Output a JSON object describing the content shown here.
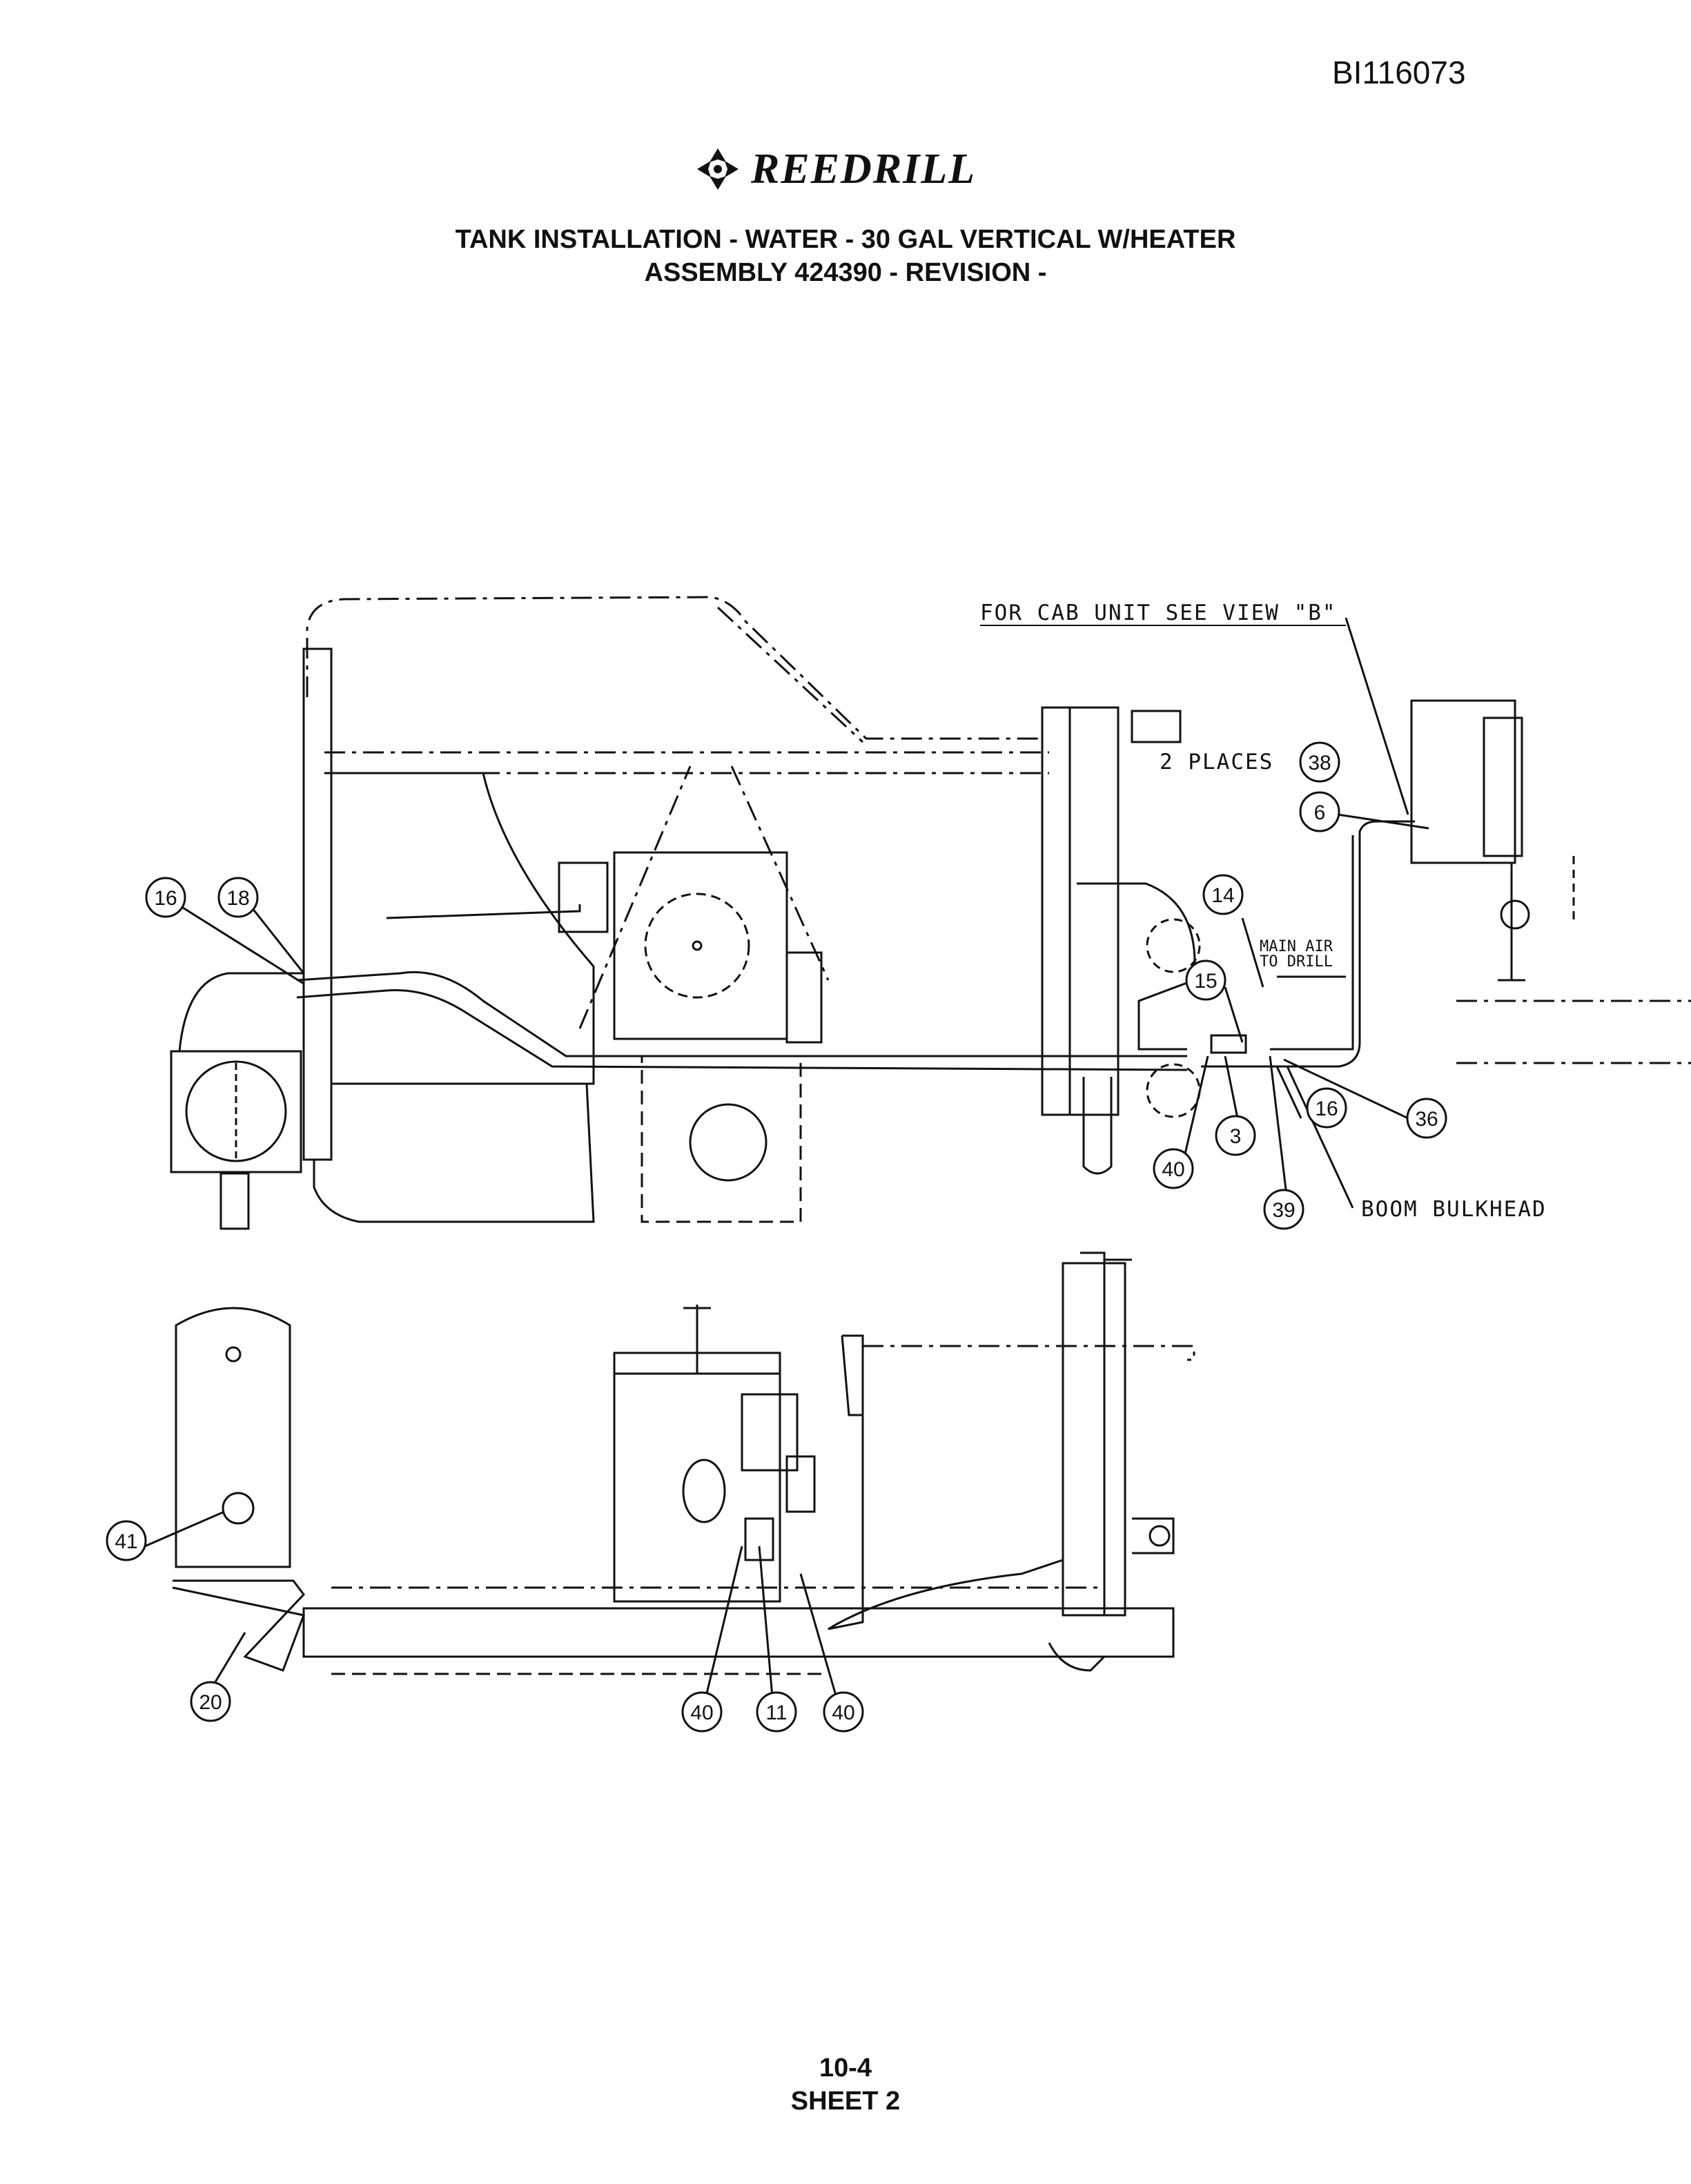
{
  "document_id": "BI116073",
  "logo": {
    "brand": "REEDRILL",
    "icon": "reedrill-logo-icon"
  },
  "title": {
    "line1": "TANK INSTALLATION - WATER - 30 GAL VERTICAL W/HEATER",
    "line2": "ASSEMBLY 424390 - REVISION -"
  },
  "notes": {
    "cab_unit": "FOR CAB UNIT SEE VIEW \"B\"",
    "two_places": "2 PLACES",
    "main_air_1": "MAIN AIR",
    "main_air_2": "TO DRILL",
    "boom_bulkhead": "BOOM BULKHEAD"
  },
  "callouts": {
    "c16a": "16",
    "c18": "18",
    "c38": "38",
    "c6": "6",
    "c14": "14",
    "c15": "15",
    "c3": "3",
    "c16b": "16",
    "c36": "36",
    "c40a": "40",
    "c39": "39",
    "c41": "41",
    "c20": "20",
    "c40b": "40",
    "c11": "11",
    "c40c": "40"
  },
  "footer": {
    "page": "10-4",
    "sheet": "SHEET 2"
  }
}
